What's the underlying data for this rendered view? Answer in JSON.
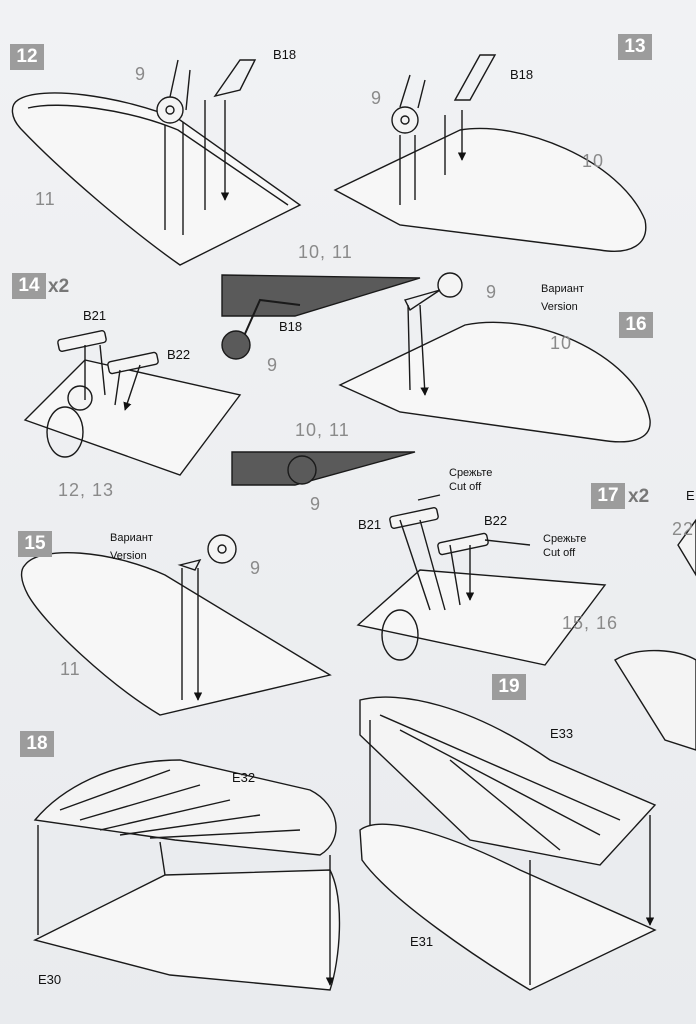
{
  "steps": {
    "s12": "12",
    "s13": "13",
    "s14": "14",
    "s14_mult": "x2",
    "s15": "15",
    "s16": "16",
    "s17": "17",
    "s17_mult": "x2",
    "s18": "18",
    "s19": "19"
  },
  "parts": {
    "b18_a": "B18",
    "b18_b": "B18",
    "b18_c": "B18",
    "b21_a": "B21",
    "b22_a": "B22",
    "b21_b": "B21",
    "b22_b": "B22",
    "e30": "E30",
    "e31": "E31",
    "e32": "E32",
    "e33": "E33"
  },
  "part_numbers": {
    "n9_a": "9",
    "n9_b": "9",
    "n9_c": "9",
    "n9_d": "9",
    "n9_e": "9",
    "n9_f": "9",
    "n10_a": "10",
    "n10_b": "10",
    "n11_a": "11",
    "n11_b": "11",
    "n10_11_a": "10, 11",
    "n10_11_b": "10, 11",
    "n12_13": "12, 13",
    "n15_16": "15, 16"
  },
  "labels": {
    "variant_ru_a": "Вариант",
    "variant_en_a": "Version",
    "variant_ru_b": "Вариант",
    "variant_en_b": "Version",
    "cutoff_ru_a": "Срежьте",
    "cutoff_en_a": "Cut off",
    "cutoff_ru_b": "Срежьте",
    "cutoff_en_b": "Cut off",
    "edge_e": "E",
    "edge_22": "22"
  }
}
